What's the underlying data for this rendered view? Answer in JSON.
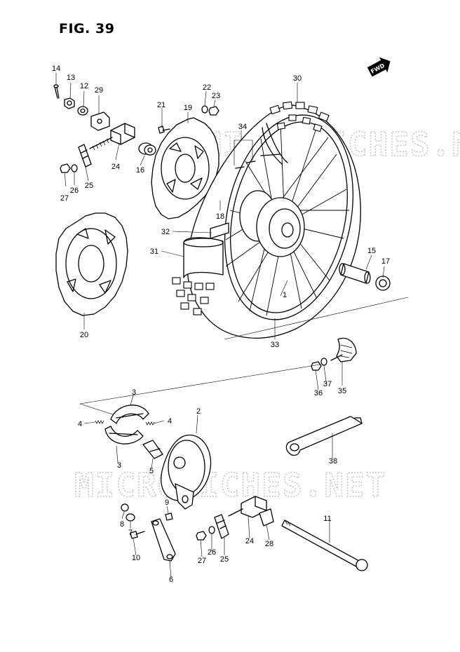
{
  "figure": {
    "title": "FIG. 39",
    "watermark_text": "MICROFICHES.NET",
    "fwd_label": "FWD"
  },
  "callouts": {
    "n1": "1",
    "n2": "2",
    "n3a": "3",
    "n3b": "3",
    "n4a": "4",
    "n4b": "4",
    "n5": "5",
    "n6": "6",
    "n7": "7",
    "n8": "8",
    "n9": "9",
    "n10": "10",
    "n11": "11",
    "n12": "12",
    "n13": "13",
    "n14": "14",
    "n15": "15",
    "n16": "16",
    "n17": "17",
    "n18": "18",
    "n19": "19",
    "n20": "20",
    "n21": "21",
    "n22": "22",
    "n23": "23",
    "n24a": "24",
    "n24b": "24",
    "n25a": "25",
    "n25b": "25",
    "n26a": "26",
    "n26b": "26",
    "n27a": "27",
    "n27b": "27",
    "n28": "28",
    "n29": "29",
    "n30": "30",
    "n31": "31",
    "n32": "32",
    "n33": "33",
    "n34": "34",
    "n35": "35",
    "n36": "36",
    "n37": "37",
    "n38": "38"
  },
  "icons": {
    "fwd_arrow": "fwd-arrow-icon"
  }
}
